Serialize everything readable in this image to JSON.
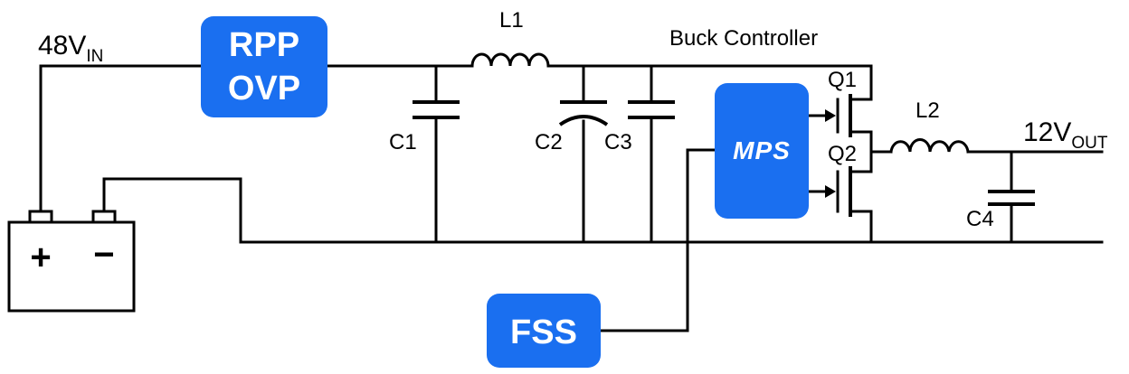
{
  "colors": {
    "accent": "#1a6ff0",
    "wire": "#000000",
    "background": "#ffffff"
  },
  "input": {
    "voltage_main": "48V",
    "voltage_sub": "IN"
  },
  "output": {
    "voltage_main": "12V",
    "voltage_sub": "OUT"
  },
  "blocks": {
    "rpp_line1": "RPP",
    "rpp_line2": "OVP",
    "fss": "FSS",
    "mps_logo": "MPS"
  },
  "title": "Buck Controller",
  "components": {
    "l1": "L1",
    "l2": "L2",
    "c1": "C1",
    "c2": "C2",
    "c3": "C3",
    "c4": "C4",
    "q1": "Q1",
    "q2": "Q2"
  },
  "battery": {
    "plus": "+",
    "minus": "−"
  }
}
